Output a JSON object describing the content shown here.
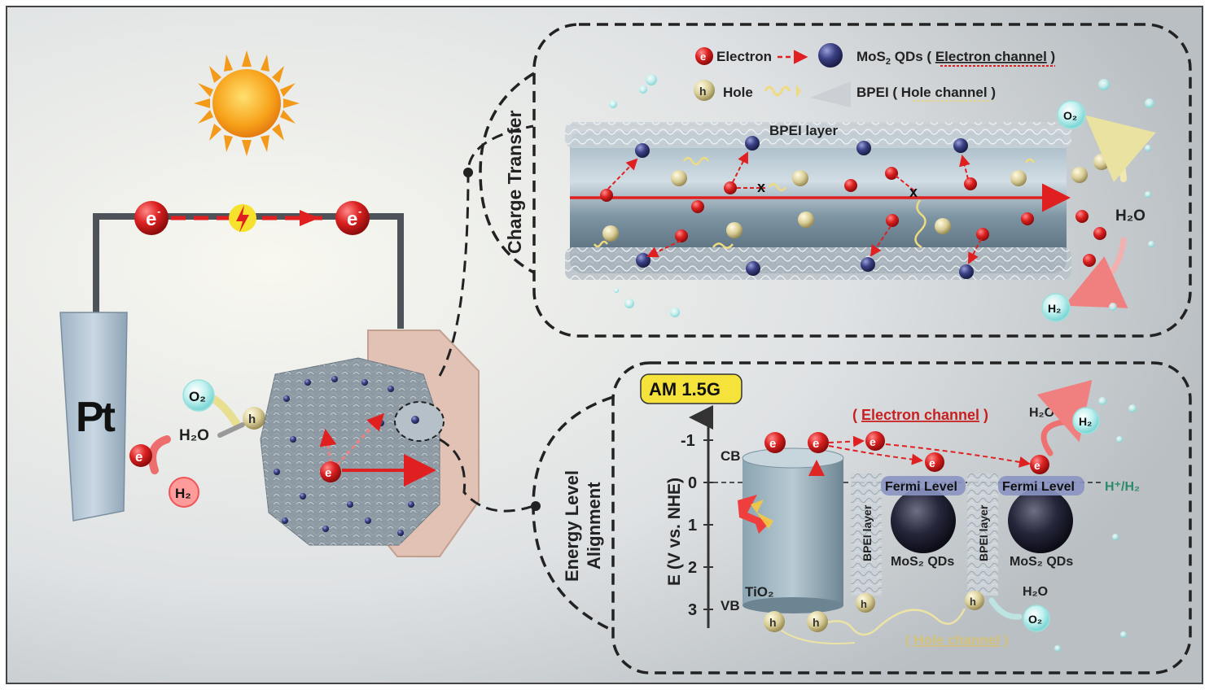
{
  "legend": {
    "electron_symbol": "e",
    "electron_label": "Electron",
    "mos2_label_pre": "MoS",
    "mos2_sub": "2",
    "mos2_label_post": " QDs ( ",
    "electron_channel": "Electron channel",
    "close_paren": " )",
    "hole_symbol": "h",
    "hole_label": "Hole",
    "bpei_label_pre": "BPEI ( ",
    "hole_channel": "Hole channel",
    "bpei_label_post": " )"
  },
  "circuit": {
    "pt_label": "Pt",
    "electron_left": "e",
    "electron_right": "e",
    "water": "H₂O",
    "oxygen": "O₂",
    "hydrogen": "H₂",
    "hole": "h",
    "electron_pt": "e",
    "electron_center": "e"
  },
  "charge_transfer": {
    "side_label": "Charge Transfer",
    "bpei_layer": "BPEI layer",
    "oxygen": "O₂",
    "water": "H₂O",
    "hydrogen": "H₂"
  },
  "energy": {
    "side_label_line1": "Energy Level",
    "side_label_line2": "Alignment",
    "am_badge": "AM 1.5G",
    "axis_label": "E (V vs. NHE)",
    "ticks": [
      "-1",
      "0",
      "1",
      "2",
      "3"
    ],
    "cb": "CB",
    "vb": "VB",
    "tio2": "TiO₂",
    "electron_channel": "Electron channel",
    "hole_channel": "Hole channel",
    "fermi_level_1": "Fermi Level",
    "fermi_level_2": "Fermi Level",
    "bpei_layer_1": "BPEI layer",
    "bpei_layer_2": "BPEI layer",
    "mos2_qds_1": "MoS₂ QDs",
    "mos2_qds_2": "MoS₂ QDs",
    "h_plus_h2": "H⁺/H₂",
    "water_top": "H₂O",
    "hydrogen_top": "H₂",
    "water_bottom": "H₂O",
    "oxygen_bottom": "O₂",
    "electron": "e",
    "hole": "h"
  },
  "colors": {
    "electron": "#d62020",
    "hole": "#c8b878",
    "mos2": "#3a3f7a",
    "tube": "#7f97a6",
    "panel_border": "#222222",
    "am_badge": "#f5e23a",
    "fermi": "#8a93c2",
    "h_plus_h2": "#2e8b6a"
  }
}
